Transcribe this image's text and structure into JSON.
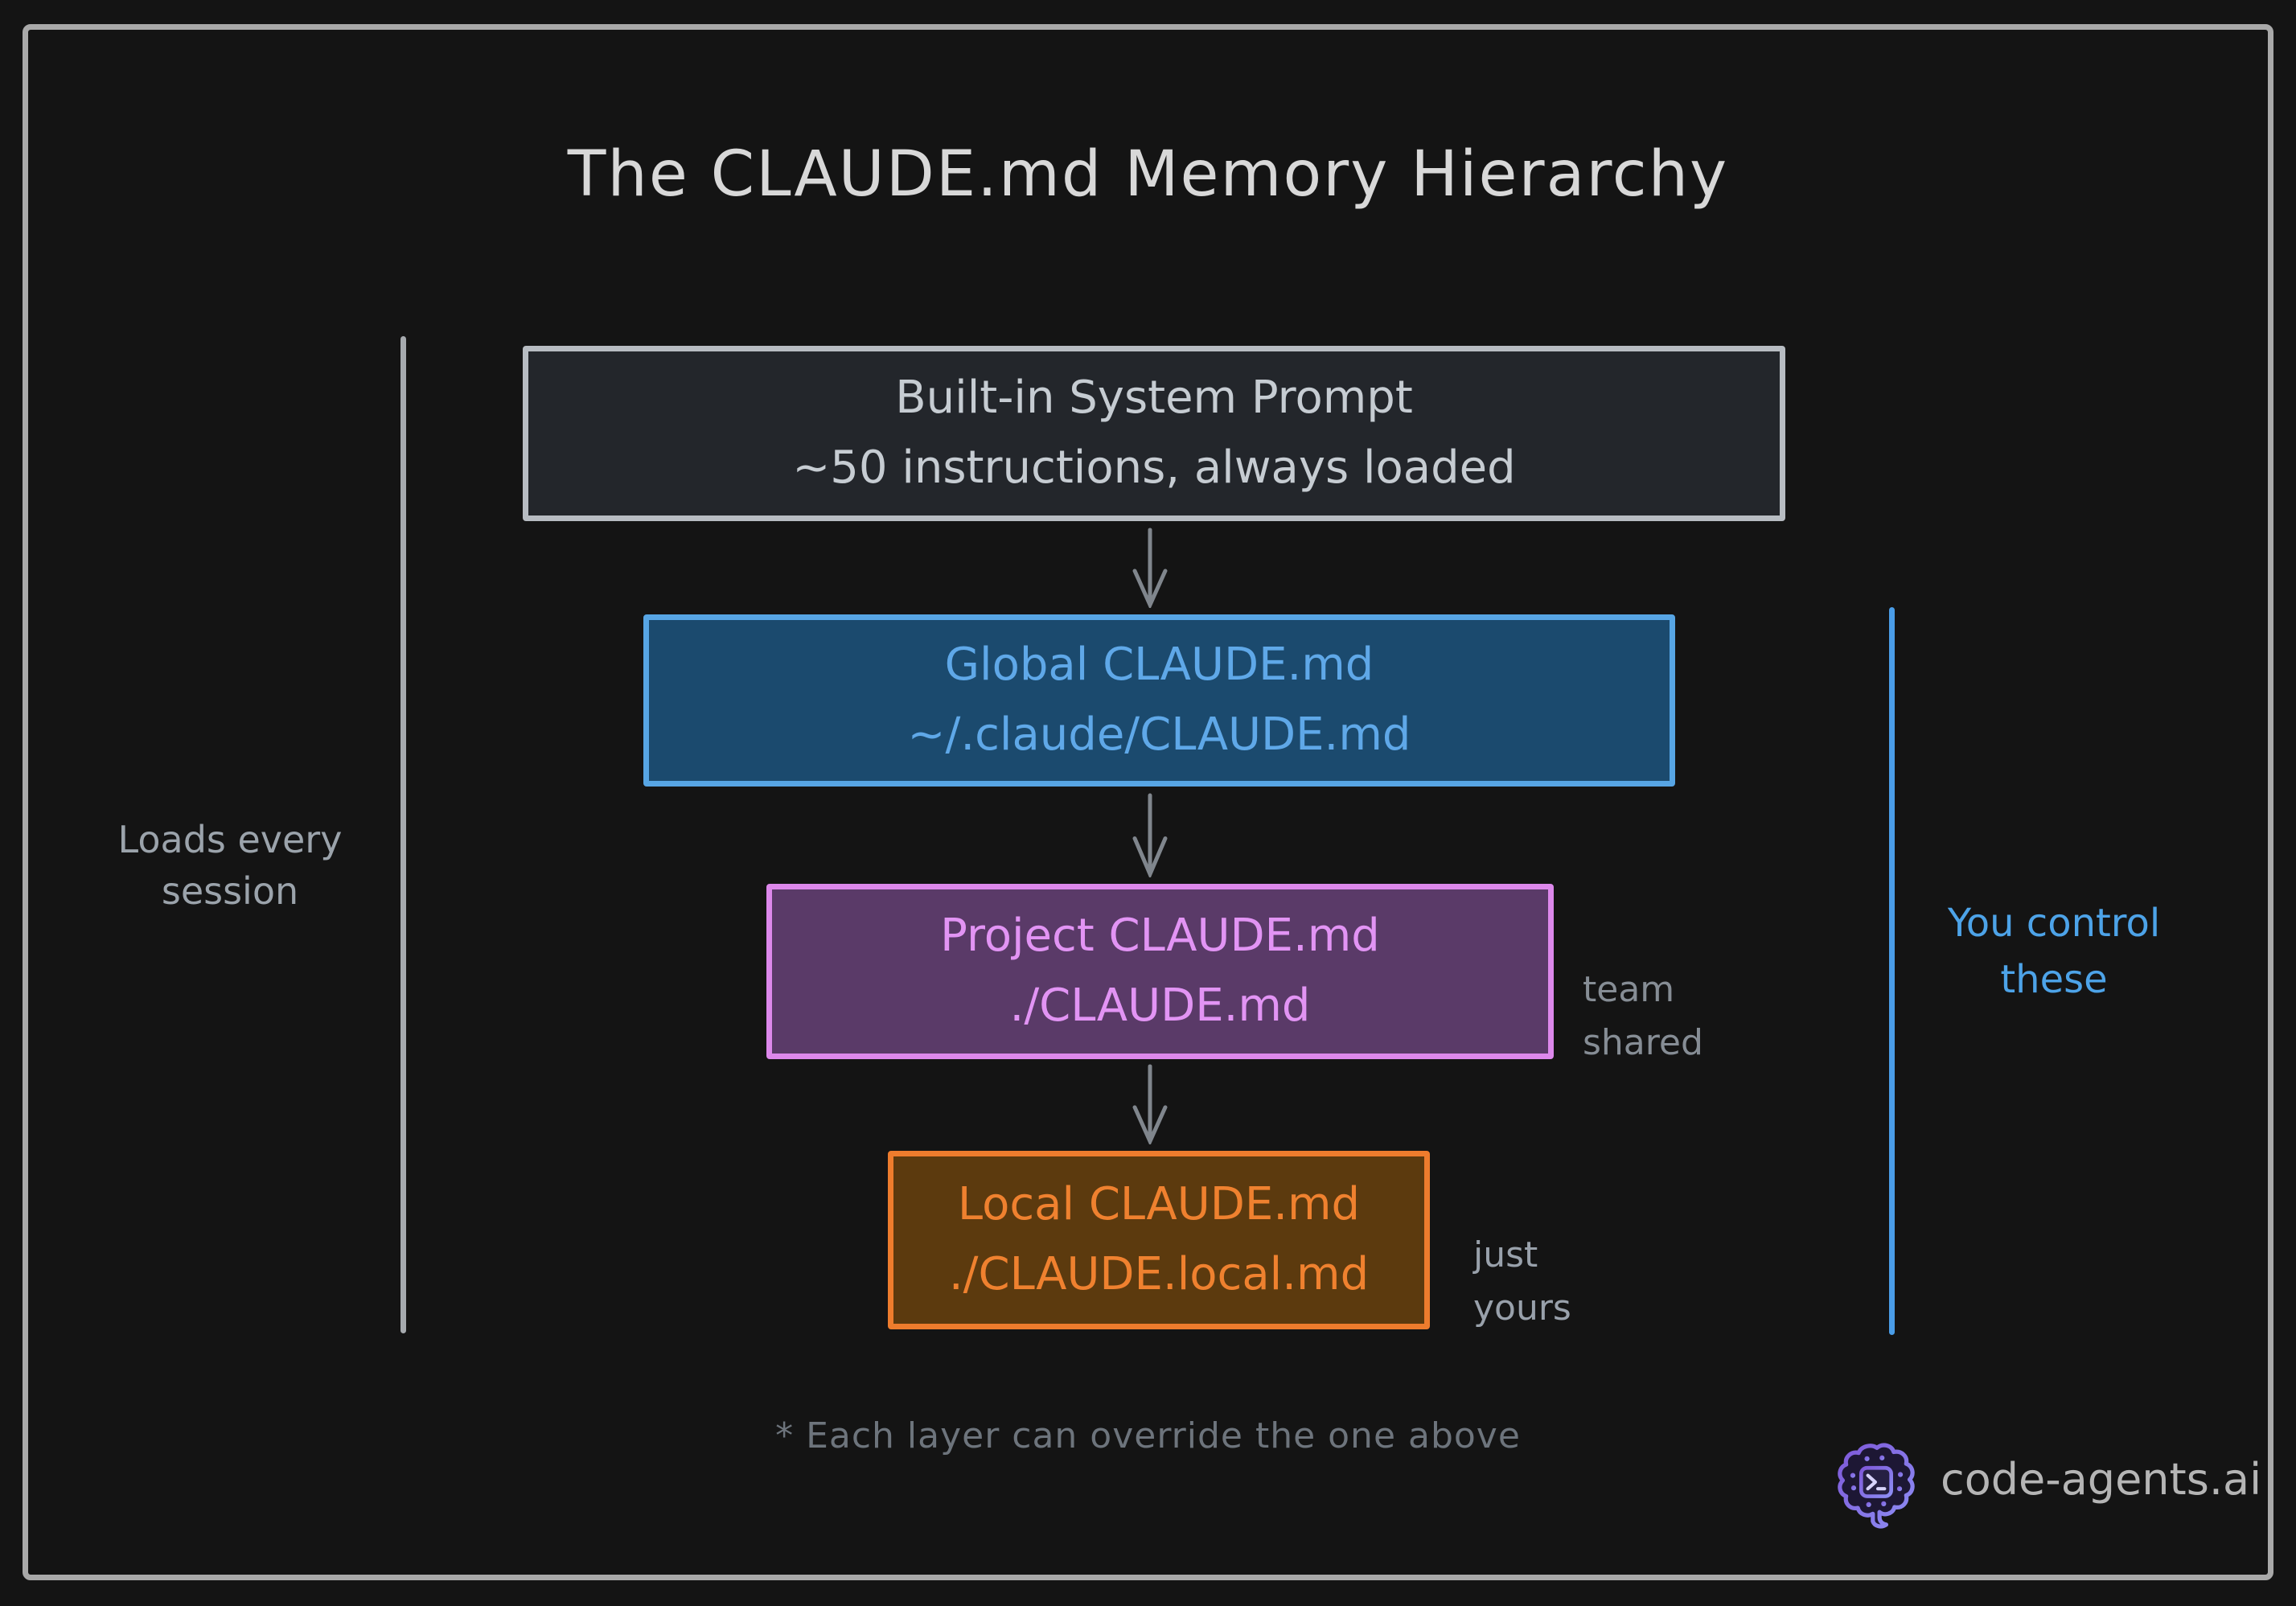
{
  "page": {
    "title": "The CLAUDE.md Memory Hierarchy",
    "footnote": "* Each layer can override the one above",
    "background_color": "#141414",
    "frame_color": "#a9a9a9"
  },
  "hierarchy": {
    "boxes": [
      {
        "name": "built-in-system-prompt",
        "line1": "Built-in System Prompt",
        "line2": "~50 instructions, always loaded",
        "fill": "#23262b",
        "border": "#b7bcc2",
        "text_color": "#c6ccd2"
      },
      {
        "name": "global-claude-md",
        "line1": "Global CLAUDE.md",
        "line2": "~/.claude/CLAUDE.md",
        "fill": "#1b4a6e",
        "border": "#57a5e4",
        "text_color": "#5fa8e8"
      },
      {
        "name": "project-claude-md",
        "line1": "Project CLAUDE.md",
        "line2": "./CLAUDE.md",
        "fill": "#5a3a68",
        "border": "#dd88eb",
        "text_color": "#e294f4"
      },
      {
        "name": "local-claude-md",
        "line1": "Local CLAUDE.md",
        "line2": "./CLAUDE.local.md",
        "fill": "#5c3a0e",
        "border": "#ee7c2d",
        "text_color": "#ef812f"
      }
    ],
    "arrow_color": "#80868d"
  },
  "annotations": {
    "left_label": {
      "line1": "Loads every",
      "line2": "session",
      "color": "#9ba3ab",
      "line_color": "#a6aaae"
    },
    "right_label": {
      "line1": "You control",
      "line2": "these",
      "color": "#4da3e8",
      "line_color": "#4a9de8"
    },
    "team_shared": {
      "line1": "team",
      "line2": "shared",
      "color": "#868d95"
    },
    "just_yours": {
      "line1": "just",
      "line2": "yours",
      "color": "#99a1ab"
    }
  },
  "branding": {
    "name": "code-agents.ai",
    "text_color": "#b5b5b5",
    "logo_icon": "brain-circuit-terminal-icon",
    "logo_gradient": [
      "#7e58d8",
      "#8d8ef4"
    ]
  }
}
